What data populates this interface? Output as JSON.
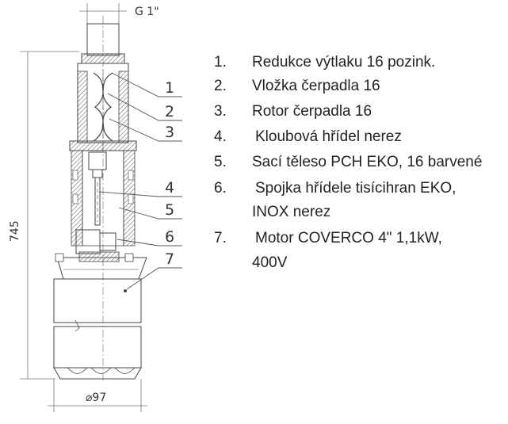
{
  "drawing": {
    "dimension_top": "G 1\"",
    "dimension_height": "745",
    "dimension_bottom": "⌀97",
    "callouts": [
      "1",
      "2",
      "3",
      "4",
      "5",
      "6",
      "7"
    ]
  },
  "legend": {
    "items": [
      {
        "number": "1.",
        "lines": [
          "Redukce výtlaku 16 pozink."
        ]
      },
      {
        "number": "2.",
        "lines": [
          "Vložka čerpadla 16"
        ]
      },
      {
        "number": "3.",
        "lines": [
          "Rotor čerpadla 16"
        ]
      },
      {
        "number": "4.",
        "lines": [
          "Kloubová hřídel nerez"
        ]
      },
      {
        "number": "5.",
        "lines": [
          "Sací těleso PCH EKO, 16 barvené"
        ]
      },
      {
        "number": "6.",
        "lines": [
          "Spojka hřídele tisícihran EKO,",
          "INOX nerez"
        ]
      },
      {
        "number": "7.",
        "lines": [
          "Motor COVERCO 4\"  1,1kW,",
          "400V"
        ]
      }
    ]
  }
}
